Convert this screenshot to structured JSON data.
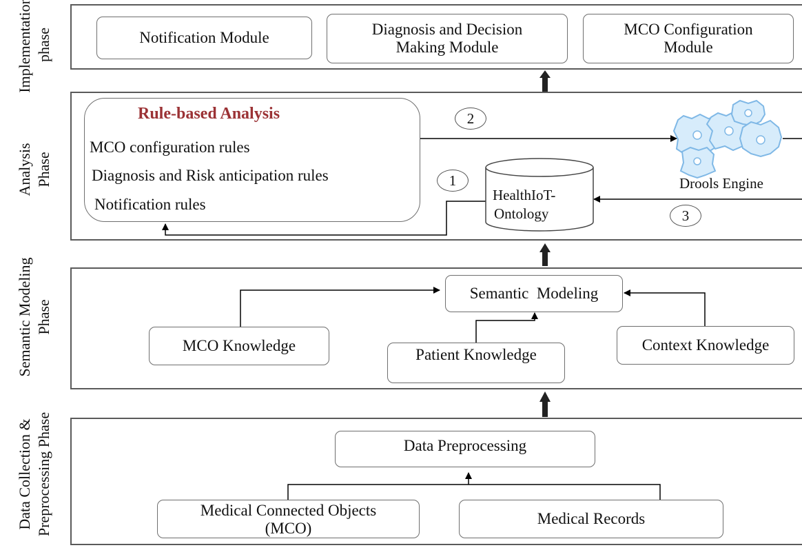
{
  "phases": {
    "implementation": [
      "Implementation",
      "phase"
    ],
    "analysis": [
      "Analysis",
      "Phase"
    ],
    "semantic": [
      "Semantic Modeling",
      "Phase"
    ],
    "data": [
      "Data Collection &",
      "Preprocessing Phase"
    ]
  },
  "implementation_modules": {
    "notification": "Notification Module",
    "diagnosis": [
      "Diagnosis and Decision",
      "Making Module"
    ],
    "mco_config": [
      "MCO Configuration",
      "Module"
    ]
  },
  "analysis": {
    "rule_title": "Rule-based Analysis",
    "rules": [
      "MCO configuration rules",
      "Diagnosis and Risk anticipation rules",
      "Notification rules"
    ],
    "ontology": [
      "HealthIoT-",
      "Ontology"
    ],
    "engine": "Drools Engine",
    "engine_icon": "gears-icon",
    "steps": [
      "1",
      "2",
      "3"
    ]
  },
  "semantic": {
    "modeling": "Semantic  Modeling",
    "mco_knowledge": "MCO Knowledge",
    "patient_knowledge": "Patient Knowledge",
    "context_knowledge": "Context Knowledge"
  },
  "data_collection": {
    "preprocessing": "Data Preprocessing",
    "mco": [
      "Medical Connected Objects",
      "(MCO)"
    ],
    "records": "Medical Records"
  },
  "colors": {
    "rule_title": "#9b3235",
    "border": "#5a5a5a",
    "gear": "#7fb8e6"
  }
}
